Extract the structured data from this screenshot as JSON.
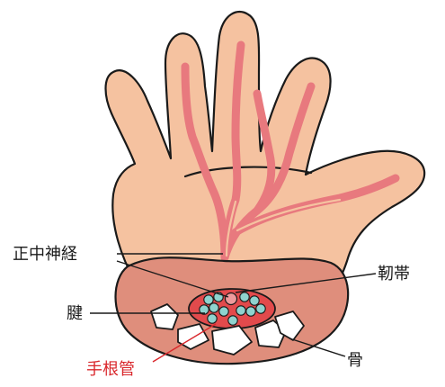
{
  "labels": {
    "median_nerve": "正中神経",
    "ligament": "靭帯",
    "tendon": "腱",
    "carpal_tunnel": "手根管",
    "bone": "骨"
  },
  "colors": {
    "skin": "#f5c2a0",
    "vessels": "#e8797e",
    "wrist_section": "#df8e7c",
    "tunnel": "#e24a4c",
    "tendons": "#8fd3cf",
    "bones": "#ffffff",
    "text": "#1a1a1a",
    "accent_label": "#d9262b"
  }
}
